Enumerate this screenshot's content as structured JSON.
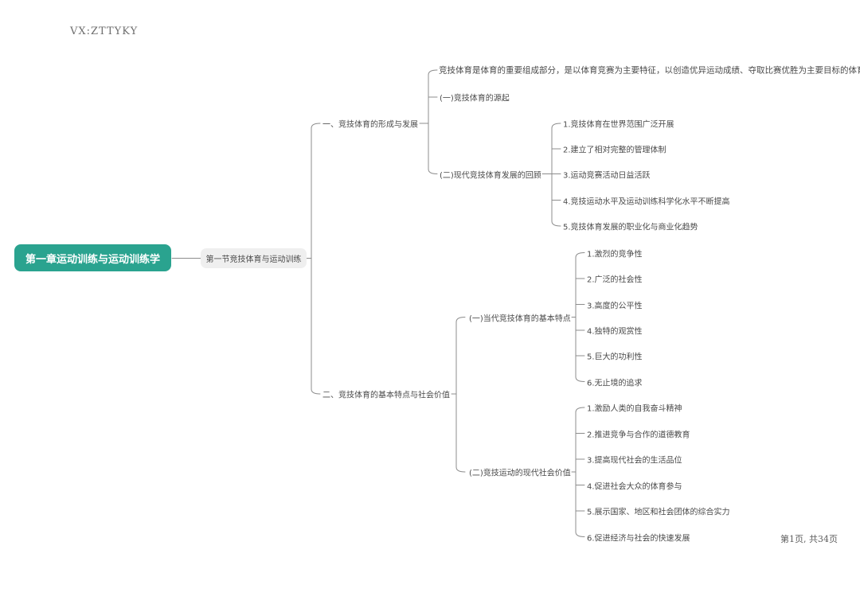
{
  "watermark": "VX:ZTTYKY",
  "footer": {
    "page_label": "第1页, 共34页"
  },
  "colors": {
    "root_bg": "#2aa38f",
    "root_text": "#ffffff",
    "section_bg": "#efefef",
    "line": "#8c8c8c",
    "text": "#4a4a4a"
  },
  "mindmap": {
    "root": {
      "label": "第一章运动训练与运动训练学"
    },
    "section": {
      "label": "第一节竞技体育与运动训练"
    },
    "branch1": {
      "label": "一、竞技体育的形成与发展",
      "note": "竞技体育是体育的重要组成部分，是以体育竞赛为主要特征，以创造优异运动成绩、夺取比赛优胜为主要目标的体育活动。",
      "sub1": {
        "label": "(一)竞技体育的源起"
      },
      "sub2": {
        "label": "(二)现代竞技体育发展的回顾",
        "items": [
          "1.竞技体育在世界范围广泛开展",
          "2.建立了相对完整的管理体制",
          "3.运动竞赛活动日益活跃",
          "4.竞技运动水平及运动训练科学化水平不断提高",
          "5.竞技体育发展的职业化与商业化趋势"
        ]
      }
    },
    "branch2": {
      "label": "二、竞技体育的基本特点与社会价值",
      "sub1": {
        "label": "(一)当代竞技体育的基本特点",
        "items": [
          "1.激烈的竞争性",
          "2.广泛的社会性",
          "3.高度的公平性",
          "4.独特的观赏性",
          "5.巨大的功利性",
          "6.无止境的追求"
        ]
      },
      "sub2": {
        "label": "(二)竞技运动的现代社会价值",
        "items": [
          "1.激励人类的自我奋斗精神",
          "2.推进竞争与合作的道德教育",
          "3.提高现代社会的生活品位",
          "4.促进社会大众的体育参与",
          "5.展示国家、地区和社会团体的综合实力",
          "6.促进经济与社会的快速发展"
        ]
      }
    }
  }
}
